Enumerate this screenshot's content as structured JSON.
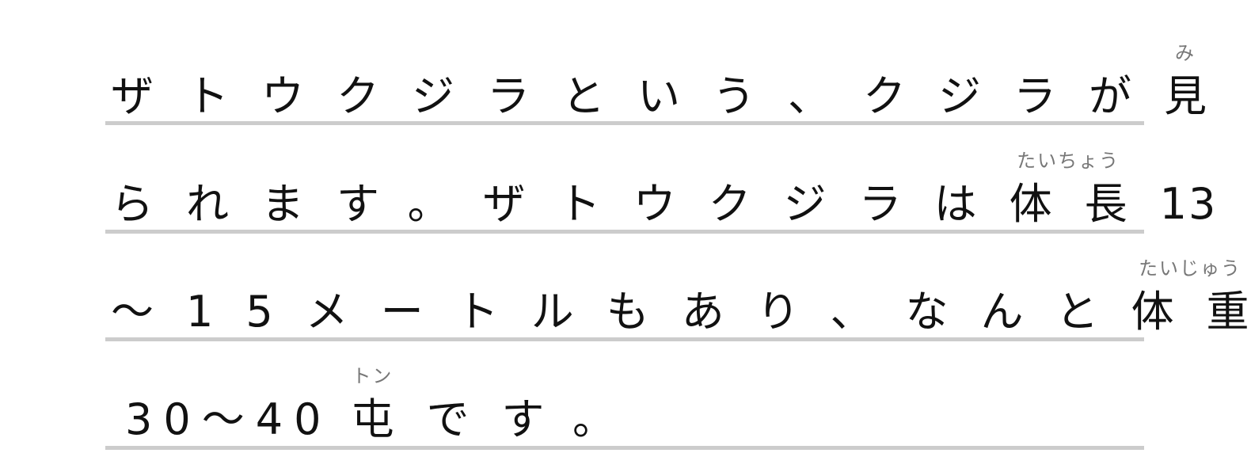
{
  "lines": [
    {
      "a": "ザトウクジラという、クジラが",
      "r": {
        "base": "見",
        "ruby": "み"
      },
      "b": ""
    },
    {
      "a": "られます。ザトウクジラは",
      "r": {
        "base": "体長",
        "ruby": "たいちょう"
      },
      "b": "13"
    },
    {
      "a": "～15メートルもあり、なんと",
      "r": {
        "base": "体重",
        "ruby": "たいじゅう"
      },
      "b": ""
    },
    {
      "a": "30～40",
      "r": {
        "base": "屯",
        "ruby": "トン"
      },
      "b": "です。"
    }
  ],
  "colors": {
    "rule": "#cccccc",
    "text": "#111111",
    "ruby": "#777777"
  }
}
